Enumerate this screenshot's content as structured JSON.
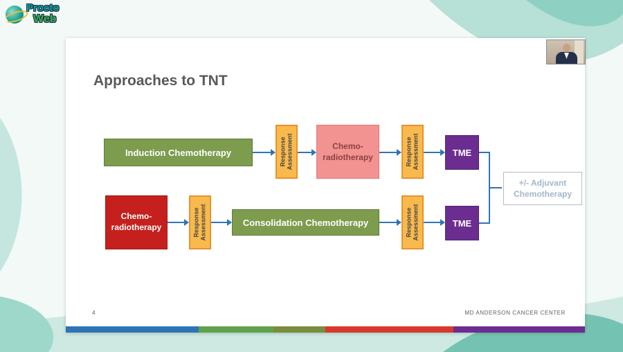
{
  "brand": {
    "line1": "Procto",
    "line2": "Web"
  },
  "slide": {
    "title": "Approaches to TNT",
    "page_number": "4",
    "footer": "MD ANDERSON CANCER CENTER",
    "diagram": {
      "row1": {
        "induction": "Induction Chemotherapy",
        "response1": "Response\nAssessment",
        "chemoradiotherapy": "Chemo-\nradiotherapy",
        "response2": "Response\nAssessment",
        "tme": "TME"
      },
      "row2": {
        "chemoradiotherapy": "Chemo-\nradiotherapy",
        "response1": "Response\nAssessment",
        "consolidation": "Consolidation Chemotherapy",
        "response2": "Response\nAssessment",
        "tme": "TME"
      },
      "adjuvant": "+/- Adjuvant\nChemotherapy"
    },
    "colors": {
      "green": "#7d9c4e",
      "red": "#c5201d",
      "pink": "#f29291",
      "orange_fill": "#f9ba4d",
      "orange_border": "#e8912d",
      "purple": "#6b2d90",
      "arrow_blue": "#2e75b6",
      "stripe": [
        "#2e74b5",
        "#5ea24b",
        "#7a8c3e",
        "#d8382b",
        "#6b2d90"
      ]
    }
  }
}
